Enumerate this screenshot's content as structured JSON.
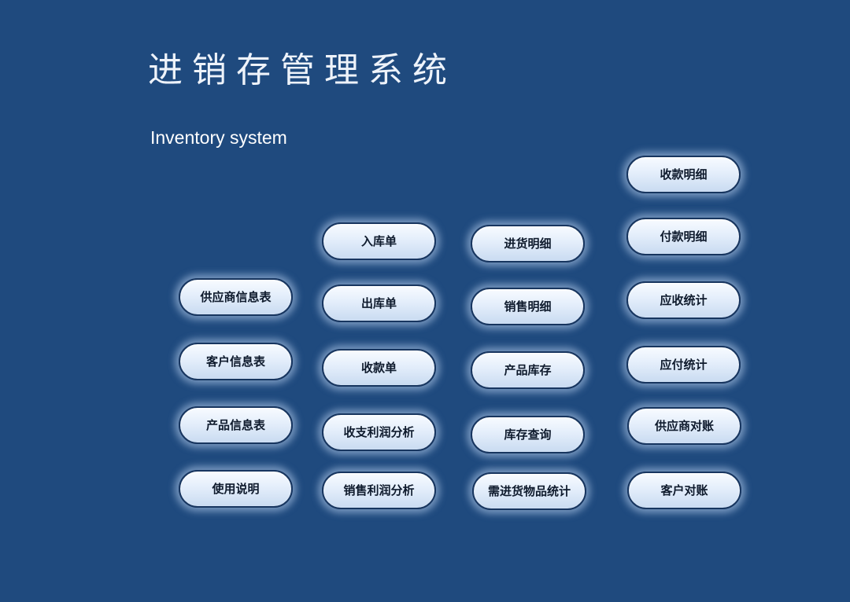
{
  "header": {
    "title": "进销存管理系统",
    "subtitle": "Inventory system"
  },
  "columns": {
    "info": [
      "供应商信息表",
      "客户信息表",
      "产品信息表",
      "使用说明"
    ],
    "documents": [
      "入库单",
      "出库单",
      "收款单",
      "收支利润分析",
      "销售利润分析"
    ],
    "details": [
      "进货明细",
      "销售明细",
      "产品库存",
      "库存查询",
      "需进货物品统计"
    ],
    "finance": [
      "收款明细",
      "付款明细",
      "应收统计",
      "应付统计",
      "供应商对账",
      "客户对账"
    ]
  }
}
